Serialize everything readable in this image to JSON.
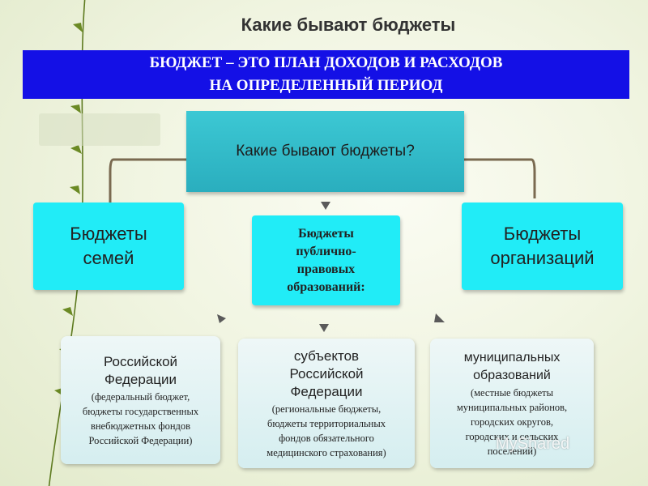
{
  "title": "Какие бывают бюджеты",
  "banner": {
    "line1": "БЮДЖЕТ – ЭТО ПЛАН ДОХОДОВ И РАСХОДОВ",
    "line2": "НА ОПРЕДЕЛЕННЫЙ ПЕРИОД"
  },
  "root": {
    "label": "Какие бывают бюджеты?"
  },
  "categories": {
    "families": {
      "line1": "Бюджеты",
      "line2": "семей"
    },
    "public": {
      "line1": "Бюджеты",
      "line2": "публично-",
      "line3": "правовых",
      "line4": "образований:"
    },
    "organizations": {
      "line1": "Бюджеты",
      "line2": "организаций"
    }
  },
  "levels": {
    "federal": {
      "main1": "Российской",
      "main2": "Федерации",
      "sub1": "(федеральный бюджет,",
      "sub2": "бюджеты государственных",
      "sub3": "внебюджетных фондов",
      "sub4": "Российской Федерации)"
    },
    "regional": {
      "main1": "субъектов",
      "main2": "Российской",
      "main3": "Федерации",
      "sub1": "(региональные бюджеты,",
      "sub2": "бюджеты территориальных",
      "sub3": "фондов обязательного",
      "sub4": "медицинского страхования)"
    },
    "municipal": {
      "main1": "муниципальных",
      "main2": "образований",
      "sub1": "(местные бюджеты",
      "sub2": "муниципальных районов,",
      "sub3": "городских округов,",
      "sub4": "городских и сельских",
      "sub5": "поселений)"
    }
  },
  "watermark": "MyShared",
  "colors": {
    "banner": "#1410e6",
    "cyan": "#21ecf7",
    "root": "#2aaebe",
    "arrow": "#5a5a5a"
  }
}
